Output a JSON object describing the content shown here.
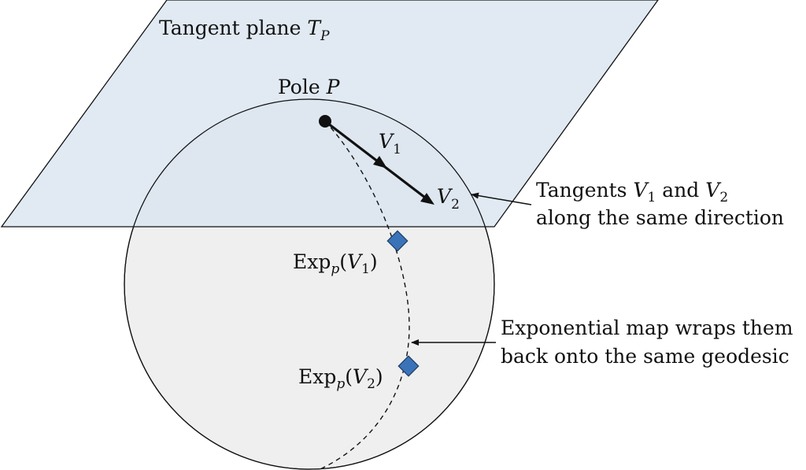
{
  "diagram": {
    "plane_title": {
      "text": "Tangent plane ",
      "symbol": "T",
      "subscript": "P"
    },
    "pole": {
      "text": "Pole ",
      "symbol": "P"
    },
    "v1": {
      "symbol": "V",
      "subscript": "1"
    },
    "v2": {
      "symbol": "V",
      "subscript": "2"
    },
    "exp1": {
      "prefix": "Exp",
      "subscript": "p",
      "open": "(",
      "symbol": "V",
      "arg_subscript": "1",
      "close": ")"
    },
    "exp2": {
      "prefix": "Exp",
      "subscript": "p",
      "open": "(",
      "symbol": "V",
      "arg_subscript": "2",
      "close": ")"
    },
    "tangents_note": {
      "line1": {
        "text": "Tangents ",
        "sym1": "V",
        "sub1": "1",
        "mid": " and ",
        "sym2": "V",
        "sub2": "2"
      },
      "line2": "along the same direction"
    },
    "exp_note": {
      "line1": "Exponential map wraps them",
      "line2": "back onto the same geodesic"
    },
    "colors": {
      "plane_fill": "#e2eaf3",
      "sphere_fill": "#efefef",
      "marker": "#3b73b9",
      "stroke": "#111111"
    }
  }
}
